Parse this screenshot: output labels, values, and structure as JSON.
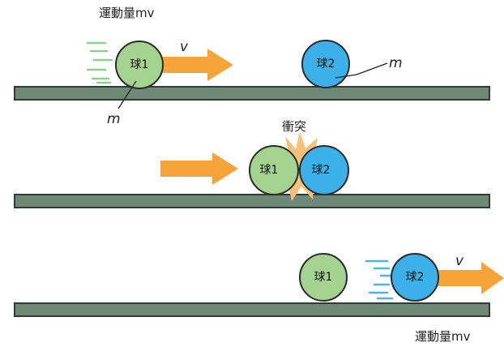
{
  "colors": {
    "track_top": "#2f3b34",
    "track_fill": "#6e8a77",
    "ball_green": "#a4d38f",
    "ball_blue": "#3cb0e8",
    "ball_stroke": "#2b2b2b",
    "arrow": "#f6a33a",
    "burst": "#f9c079",
    "speed_green": "#8fd08a",
    "speed_blue": "#49b5ee"
  },
  "labels": {
    "momentum_top": "運動量mv",
    "momentum_bottom": "運動量mv",
    "velocity_top": "v",
    "velocity_bottom": "v",
    "mass_ball2": "m",
    "mass_ball1": "m",
    "collision": "衝突",
    "ball1": "球1",
    "ball2": "球2"
  }
}
